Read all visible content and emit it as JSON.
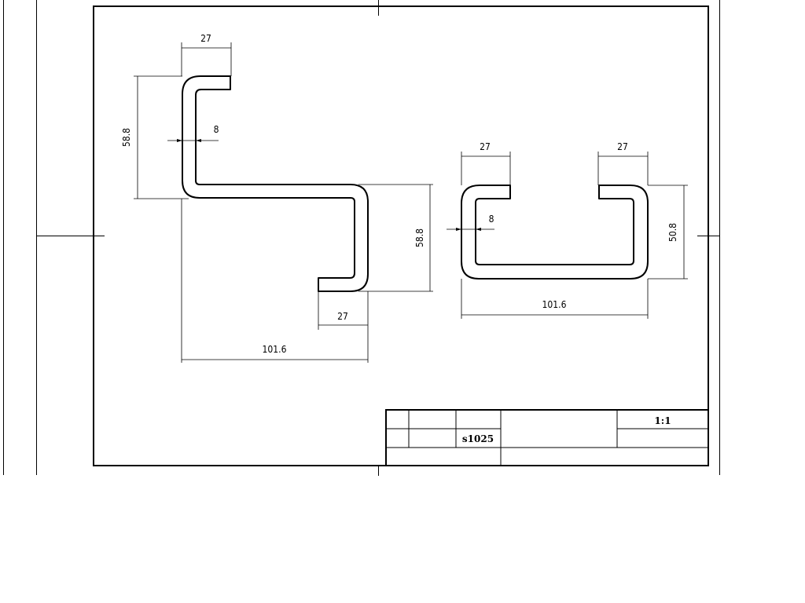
{
  "title_block": {
    "scale": "1:1",
    "part_no": "s1025"
  },
  "z_profile": {
    "dims": {
      "top_flange": "27",
      "left_height": "58.8",
      "thickness": "8",
      "right_height": "58.8",
      "bottom_flange": "27",
      "total_width": "101.6"
    }
  },
  "c_profile": {
    "dims": {
      "left_flange": "27",
      "right_flange": "27",
      "thickness": "8",
      "height": "50.8",
      "total_width": "101.6"
    }
  }
}
